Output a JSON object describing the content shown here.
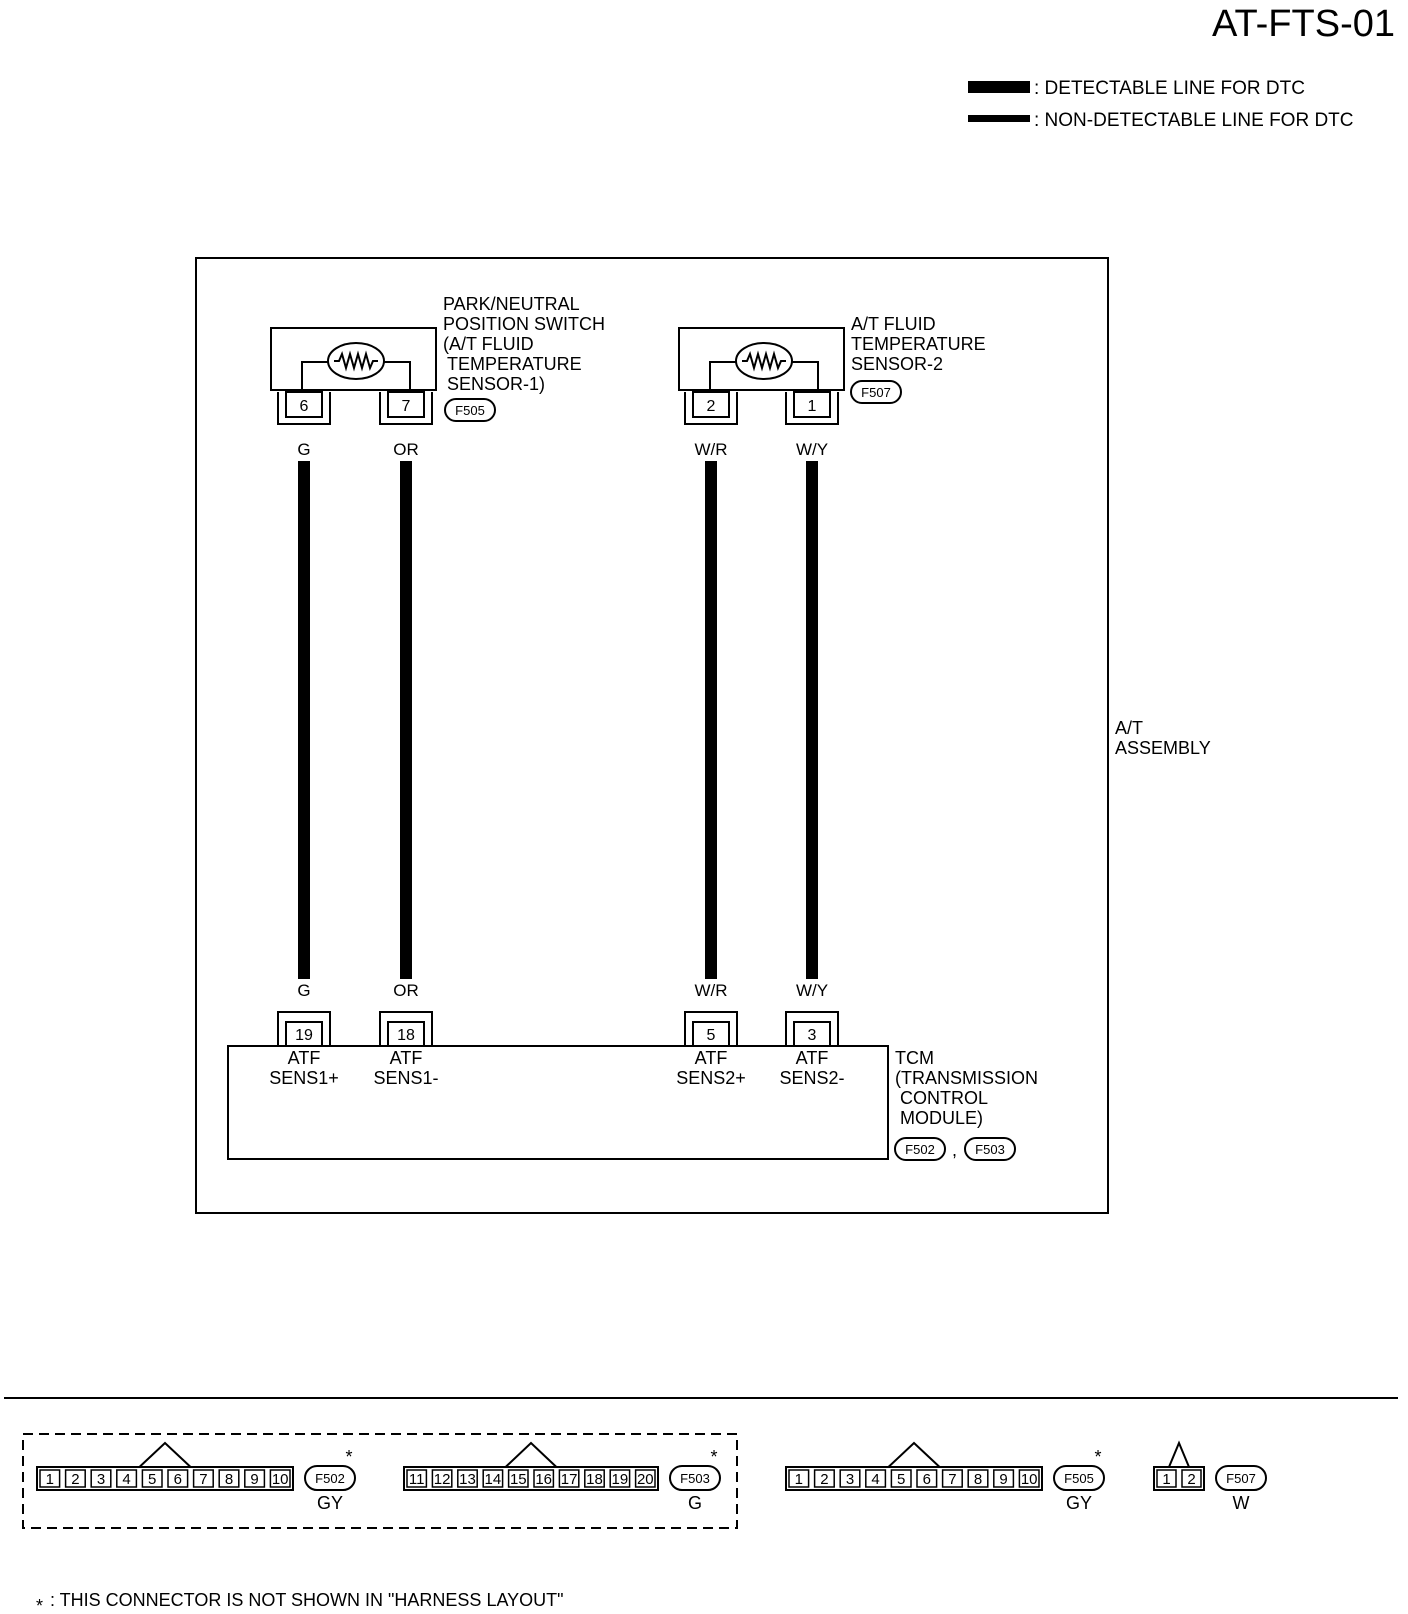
{
  "title": "AT-FTS-01",
  "legend": {
    "detectable": ": DETECTABLE LINE FOR DTC",
    "non_detectable": ": NON-DETECTABLE LINE FOR DTC"
  },
  "assembly": {
    "line1": "A/T",
    "line2": "ASSEMBLY"
  },
  "sensor1": {
    "lines": [
      "PARK/NEUTRAL",
      "POSITION SWITCH",
      "(A/T FLUID",
      "TEMPERATURE",
      "SENSOR-1)"
    ],
    "connector": "F505",
    "pins": [
      "6",
      "7"
    ],
    "wire_colors": [
      "G",
      "OR"
    ]
  },
  "sensor2": {
    "lines": [
      "A/T FLUID",
      "TEMPERATURE",
      "SENSOR-2"
    ],
    "connector": "F507",
    "pins": [
      "2",
      "1"
    ],
    "wire_colors": [
      "W/R",
      "W/Y"
    ]
  },
  "tcm": {
    "lines": [
      "TCM",
      "(TRANSMISSION",
      "CONTROL",
      "MODULE)"
    ],
    "connectors": [
      "F502",
      "F503"
    ],
    "separator": ",",
    "pins": [
      "19",
      "18",
      "5",
      "3"
    ],
    "wire_colors": [
      "G",
      "OR",
      "W/R",
      "W/Y"
    ],
    "terminal_line1": [
      "ATF",
      "ATF",
      "ATF",
      "ATF"
    ],
    "terminal_line2": [
      "SENS1+",
      "SENS1-",
      "SENS2+",
      "SENS2-"
    ]
  },
  "connector_views": [
    {
      "id": "F502",
      "color": "GY",
      "star": "*",
      "pins": [
        "1",
        "2",
        "3",
        "4",
        "5",
        "6",
        "7",
        "8",
        "9",
        "10"
      ]
    },
    {
      "id": "F503",
      "color": "G",
      "star": "*",
      "pins": [
        "11",
        "12",
        "13",
        "14",
        "15",
        "16",
        "17",
        "18",
        "19",
        "20"
      ]
    },
    {
      "id": "F505",
      "color": "GY",
      "star": "*",
      "pins": [
        "1",
        "2",
        "3",
        "4",
        "5",
        "6",
        "7",
        "8",
        "9",
        "10"
      ]
    },
    {
      "id": "F507",
      "color": "W",
      "star": "",
      "pins": [
        "1",
        "2"
      ]
    }
  ],
  "footnote": {
    "star": "*",
    "text": ": THIS CONNECTOR IS NOT SHOWN IN \"HARNESS LAYOUT\""
  }
}
